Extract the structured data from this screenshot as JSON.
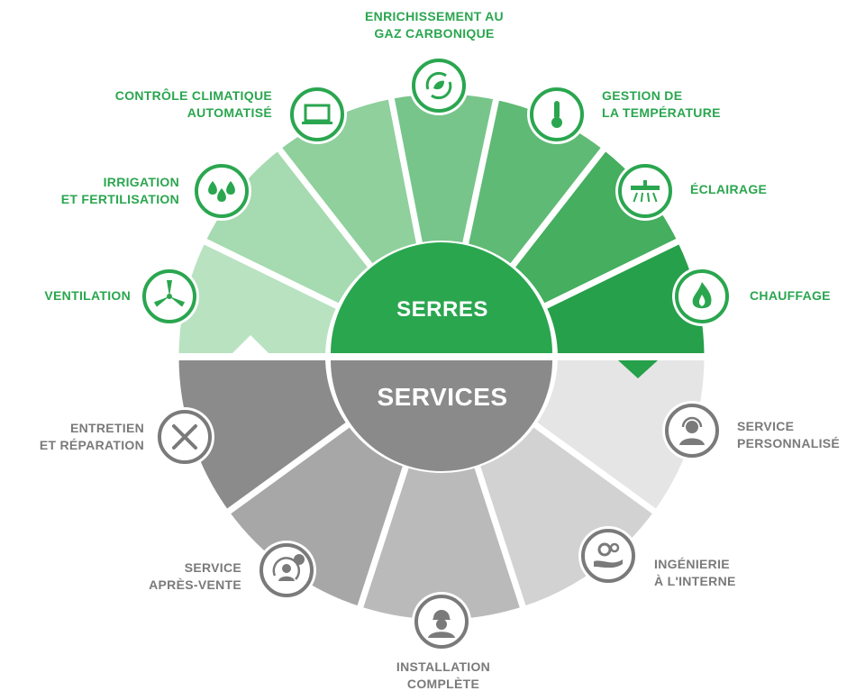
{
  "core": {
    "top_label": "SERRES",
    "bottom_label": "SERVICES"
  },
  "greenhouse_items": [
    {
      "line1": "VENTILATION",
      "line2": "",
      "icon": "wind-turbine-icon"
    },
    {
      "line1": "IRRIGATION",
      "line2": "ET FERTILISATION",
      "icon": "water-drops-icon"
    },
    {
      "line1": "CONTRÔLE CLIMATIQUE",
      "line2": "AUTOMATISÉ",
      "icon": "laptop-icon"
    },
    {
      "line1": "ENRICHISSEMENT AU",
      "line2": "GAZ CARBONIQUE",
      "icon": "co2-cycle-icon"
    },
    {
      "line1": "GESTION DE",
      "line2": "LA TEMPÉRATURE",
      "icon": "thermometer-icon"
    },
    {
      "line1": "ÉCLAIRAGE",
      "line2": "",
      "icon": "grow-light-icon"
    },
    {
      "line1": "CHAUFFAGE",
      "line2": "",
      "icon": "flame-icon"
    }
  ],
  "service_items": [
    {
      "line1": "SERVICE",
      "line2": "PERSONNALISÉ",
      "icon": "headset-agent-icon"
    },
    {
      "line1": "INGÉNIERIE",
      "line2": "À L'INTERNE",
      "icon": "gears-hand-icon"
    },
    {
      "line1": "INSTALLATION",
      "line2": "COMPLÈTE",
      "icon": "hard-hat-worker-icon"
    },
    {
      "line1": "SERVICE",
      "line2": "APRÈS-VENTE",
      "icon": "after-sales-icon"
    },
    {
      "line1": "ENTRETIEN",
      "line2": "ET RÉPARATION",
      "icon": "wrench-screwdriver-icon"
    }
  ],
  "colors": {
    "brand_green": "#2aa64f",
    "service_gray": "#7a7a7a",
    "core_green": "#2aa64f",
    "core_gray": "#8a8a8a",
    "green_segments": [
      "#b9e2c1",
      "#a6dab0",
      "#8fd09d",
      "#77c58a",
      "#5fba75",
      "#45ae5f",
      "#26a04a"
    ],
    "gray_segments": [
      "#e5e5e5",
      "#d2d2d2",
      "#bababa",
      "#a7a7a7",
      "#8b8b8b"
    ]
  }
}
